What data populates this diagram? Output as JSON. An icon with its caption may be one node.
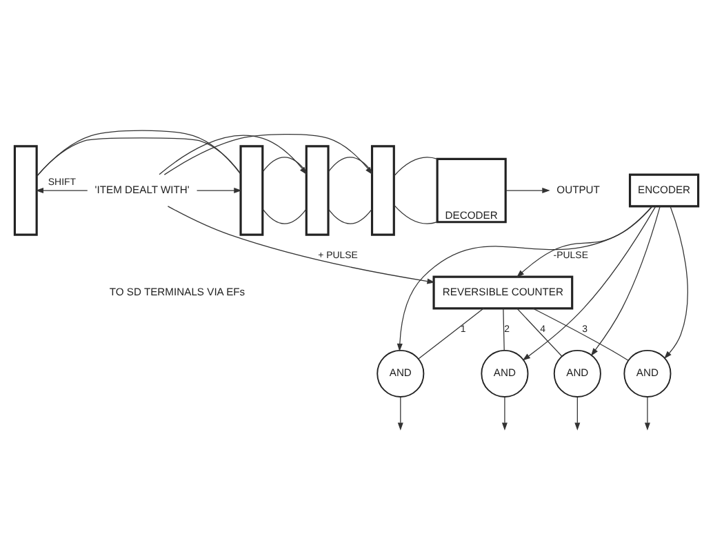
{
  "diagram": {
    "nodes": [
      {
        "text": [],
        "shape": "bar"
      },
      {
        "text": [],
        "shape": "bar"
      },
      {
        "text": [],
        "shape": "bar"
      },
      {
        "text": [],
        "shape": "bar"
      },
      {
        "text": [
          "DECODER"
        ]
      },
      {
        "text": [
          "OUTPUT"
        ]
      },
      {
        "text": [
          "AND"
        ]
      },
      {
        "text": [
          "AND"
        ]
      },
      {
        "text": [
          "AND"
        ]
      },
      {
        "text": [
          "AND"
        ]
      },
      {
        "text": [
          "REVERSIBLE COUNTER"
        ]
      },
      {
        "text": [
          "ENCODER"
        ]
      },
      {
        "text": [
          "'ITEM DEALT WITH'"
        ]
      }
    ],
    "edges": [
      {
        "from": 0,
        "to": 1,
        "arrow": "none"
      },
      {
        "from": 0,
        "to": 1,
        "arrow": "none"
      },
      {
        "from": 1,
        "to": 2,
        "arrow": "none"
      },
      {
        "from": 1,
        "to": 2,
        "arrow": "none"
      },
      {
        "from": 2,
        "to": 3,
        "arrow": "none"
      },
      {
        "from": 2,
        "to": 3,
        "arrow": "none"
      },
      {
        "from": 3,
        "to": 4,
        "arrow": "none"
      },
      {
        "from": 3,
        "to": 4,
        "arrow": "none"
      },
      {
        "from": 4,
        "to": 5,
        "arrow": "to"
      },
      {
        "from": 12,
        "to": 0,
        "arrow": "to",
        "label": "SHIFT"
      },
      {
        "from": 12,
        "to": 1,
        "arrow": "to"
      },
      {
        "from": 12,
        "to": 2,
        "arrow": "to"
      },
      {
        "from": 12,
        "to": 3,
        "arrow": "to"
      },
      {
        "from": 6,
        "to": null,
        "arrow": "to"
      },
      {
        "from": 7,
        "to": null,
        "arrow": "to"
      },
      {
        "from": 8,
        "to": null,
        "arrow": "to"
      },
      {
        "from": 9,
        "to": null,
        "arrow": "to"
      },
      {
        "from": 11,
        "to": 6,
        "arrow": "to"
      },
      {
        "from": 11,
        "to": 7,
        "arrow": "to"
      },
      {
        "from": 11,
        "to": 8,
        "arrow": "to"
      },
      {
        "from": 11,
        "to": 9,
        "arrow": "to"
      },
      {
        "from": 10,
        "to": 6,
        "arrow": "none",
        "label": "1"
      },
      {
        "from": 10,
        "to": 7,
        "arrow": "none",
        "label": "2"
      },
      {
        "from": 10,
        "to": 8,
        "arrow": "none",
        "label": "3"
      },
      {
        "from": 10,
        "to": 9,
        "arrow": "none",
        "label": "4"
      },
      {
        "from": 11,
        "to": 10,
        "arrow": "to",
        "label": "-PULSE"
      },
      {
        "from": 12,
        "to": 10,
        "arrow": "to",
        "label": "+ PULSE"
      }
    ],
    "labels": [
      "TO SD TERMINALS VIA EFs"
    ]
  }
}
